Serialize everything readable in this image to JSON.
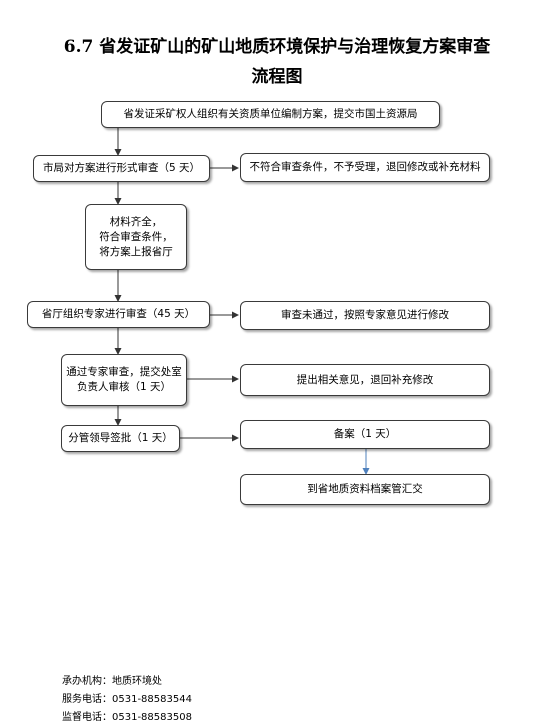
{
  "title": {
    "line1": "6.7 省发证矿山的矿山地质环境保护与治理恢复方案审查",
    "line2": "流程图"
  },
  "nodes": {
    "submit": "省发证采矿权人组织有关资质单位编制方案，提交市国土资源局",
    "city_review": "市局对方案进行形式审查（5 天）",
    "reject": "不符合审查条件，不予受理，退回修改或补充材料",
    "complete": "材料齐全，\n符合审查条件，\n将方案上报省厅",
    "expert_review": "省厅组织专家进行审查（45 天）",
    "not_passed": "审查未通过，按照专家意见进行修改",
    "office_review": "通过专家审查，提交处室\n负责人审核（1 天）",
    "opinions": "提出相关意见，退回补充修改",
    "leader": "分管领导签批（1 天）",
    "record": "备案（1 天）",
    "archive": "到省地质资料档案管汇交"
  },
  "footer": {
    "org": "承办机构：地质环境处",
    "service": "服务电话：0531-88583544",
    "supervise": "监督电话：0531-88583508"
  }
}
